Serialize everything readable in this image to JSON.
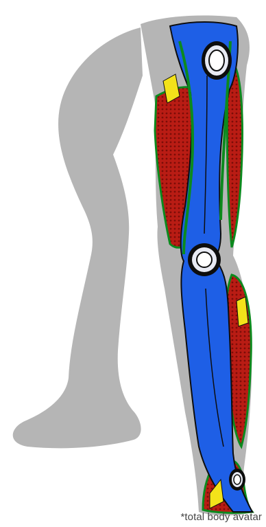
{
  "caption": "*total body avatar",
  "colors": {
    "body_silhouette": "#b5b5b5",
    "brace_frame": "#1e5fe6",
    "muscle_fill": "#b91c14",
    "brace_border": "#0c8a1e",
    "accent_pad": "#f3e21a",
    "joint_ring": "#e8eaf3",
    "outline": "#0d0d0d"
  },
  "icons": [
    "leg-avatar-illustration",
    "hip-joint-ring",
    "knee-joint-ring",
    "ankle-joint-ring"
  ]
}
